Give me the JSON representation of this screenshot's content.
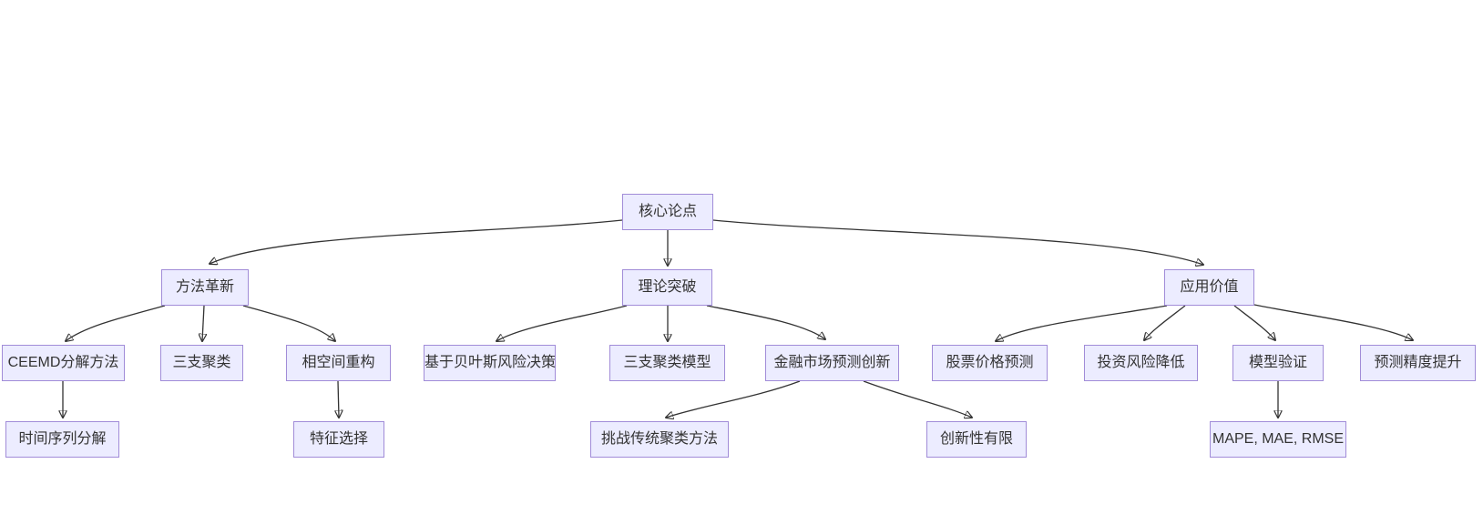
{
  "diagram": {
    "kind": "flowchart",
    "direction": "top-down",
    "colors": {
      "node_fill": "#ECECFF",
      "node_border": "#a18cd8",
      "edge_line": "#333333",
      "text": "#333333",
      "background": "#ffffff"
    },
    "nodes": [
      {
        "id": "core",
        "label": "核心论点"
      },
      {
        "id": "method",
        "label": "方法革新"
      },
      {
        "id": "theory",
        "label": "理论突破"
      },
      {
        "id": "value",
        "label": "应用价值"
      },
      {
        "id": "ceemd",
        "label": "CEEMD分解方法"
      },
      {
        "id": "three_cluster",
        "label": "三支聚类"
      },
      {
        "id": "phase",
        "label": "相空间重构"
      },
      {
        "id": "bayes",
        "label": "基于贝叶斯风险决策"
      },
      {
        "id": "three_model",
        "label": "三支聚类模型"
      },
      {
        "id": "finance",
        "label": "金融市场预测创新"
      },
      {
        "id": "stock",
        "label": "股票价格预测"
      },
      {
        "id": "risk",
        "label": "投资风险降低"
      },
      {
        "id": "model_val",
        "label": "模型验证"
      },
      {
        "id": "precision",
        "label": "预测精度提升"
      },
      {
        "id": "ts_decomp",
        "label": "时间序列分解"
      },
      {
        "id": "feature",
        "label": "特征选择"
      },
      {
        "id": "challenge",
        "label": "挑战传统聚类方法"
      },
      {
        "id": "limited",
        "label": "创新性有限"
      },
      {
        "id": "metrics",
        "label": "MAPE, MAE, RMSE"
      }
    ],
    "edges": [
      {
        "from": "core",
        "to": "method"
      },
      {
        "from": "core",
        "to": "theory"
      },
      {
        "from": "core",
        "to": "value"
      },
      {
        "from": "method",
        "to": "ceemd"
      },
      {
        "from": "method",
        "to": "three_cluster"
      },
      {
        "from": "method",
        "to": "phase"
      },
      {
        "from": "theory",
        "to": "bayes"
      },
      {
        "from": "theory",
        "to": "three_model"
      },
      {
        "from": "theory",
        "to": "finance"
      },
      {
        "from": "value",
        "to": "stock"
      },
      {
        "from": "value",
        "to": "risk"
      },
      {
        "from": "value",
        "to": "model_val"
      },
      {
        "from": "value",
        "to": "precision"
      },
      {
        "from": "ceemd",
        "to": "ts_decomp"
      },
      {
        "from": "phase",
        "to": "feature"
      },
      {
        "from": "finance",
        "to": "challenge"
      },
      {
        "from": "finance",
        "to": "limited"
      },
      {
        "from": "model_val",
        "to": "metrics"
      }
    ]
  }
}
